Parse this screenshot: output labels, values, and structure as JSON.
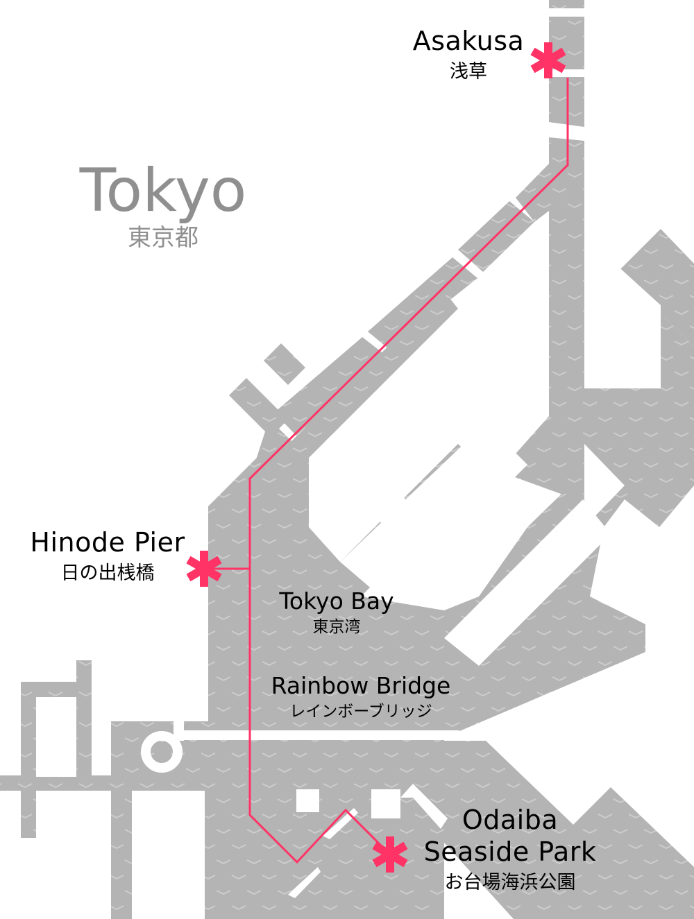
{
  "map": {
    "city": {
      "name_en": "Tokyo",
      "name_ja": "東京都"
    },
    "water_label": {
      "name_en": "Tokyo Bay",
      "name_ja": "東京湾"
    },
    "bridge_label": {
      "name_en": "Rainbow Bridge",
      "name_ja": "レインボーブリッジ"
    },
    "stops": [
      {
        "name_en": "Asakusa",
        "name_ja": "浅草",
        "marker": "asterisk-icon"
      },
      {
        "name_en": "Hinode Pier",
        "name_ja": "日の出桟橋",
        "marker": "asterisk-icon"
      },
      {
        "name_en_line1": "Odaiba",
        "name_en_line2": "Seaside Park",
        "name_ja": "お台場海浜公園",
        "marker": "asterisk-icon"
      }
    ],
    "colors": {
      "water": "#b4b4b4",
      "wave": "#cdcdcd",
      "land": "#ffffff",
      "route": "#ff3366",
      "city_text": "#8f8f8f",
      "label_text": "#000000"
    }
  }
}
